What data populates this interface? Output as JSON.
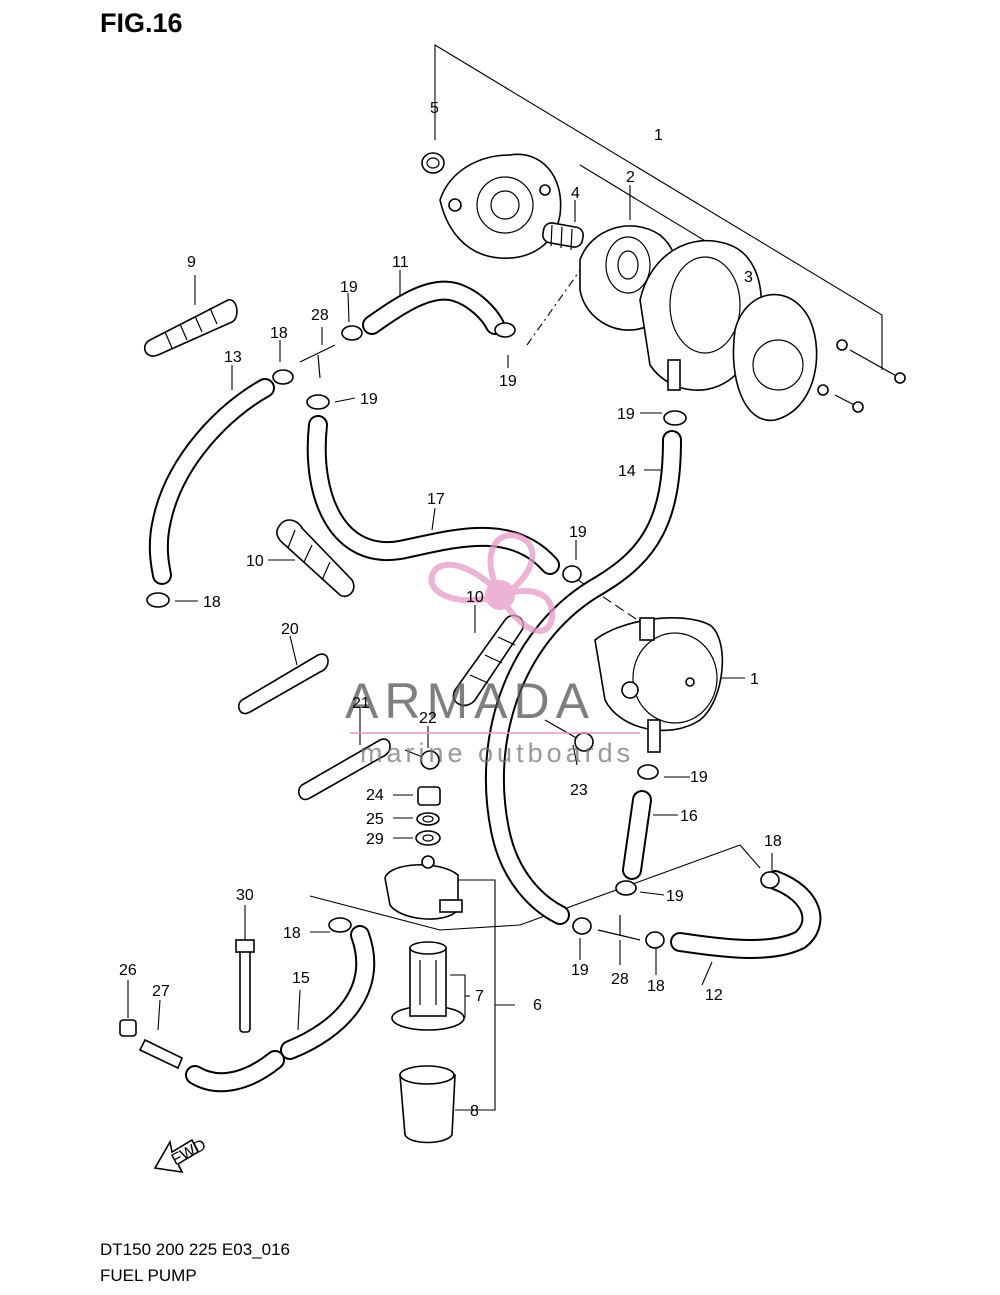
{
  "figure": {
    "title": "FIG.16",
    "model_code": "DT150 200 225 E03_016",
    "name": "FUEL PUMP"
  },
  "watermark": {
    "brand": "ARMADA",
    "tagline": "marine outboards",
    "color": "#e79ac6"
  },
  "direction_label": "FWD",
  "callouts": [
    {
      "id": "c1a",
      "text": "1"
    },
    {
      "id": "c1b",
      "text": "1"
    },
    {
      "id": "c2",
      "text": "2"
    },
    {
      "id": "c3",
      "text": "3"
    },
    {
      "id": "c4",
      "text": "4"
    },
    {
      "id": "c5",
      "text": "5"
    },
    {
      "id": "c6",
      "text": "6"
    },
    {
      "id": "c7",
      "text": "7"
    },
    {
      "id": "c8",
      "text": "8"
    },
    {
      "id": "c9",
      "text": "9"
    },
    {
      "id": "c10a",
      "text": "10"
    },
    {
      "id": "c10b",
      "text": "10"
    },
    {
      "id": "c11",
      "text": "11"
    },
    {
      "id": "c12",
      "text": "12"
    },
    {
      "id": "c13",
      "text": "13"
    },
    {
      "id": "c14",
      "text": "14"
    },
    {
      "id": "c15",
      "text": "15"
    },
    {
      "id": "c16",
      "text": "16"
    },
    {
      "id": "c17",
      "text": "17"
    },
    {
      "id": "c18a",
      "text": "18"
    },
    {
      "id": "c18b",
      "text": "18"
    },
    {
      "id": "c18c",
      "text": "18"
    },
    {
      "id": "c18d",
      "text": "18"
    },
    {
      "id": "c18e",
      "text": "18"
    },
    {
      "id": "c19a",
      "text": "19"
    },
    {
      "id": "c19b",
      "text": "19"
    },
    {
      "id": "c19c",
      "text": "19"
    },
    {
      "id": "c19d",
      "text": "19"
    },
    {
      "id": "c19e",
      "text": "19"
    },
    {
      "id": "c19f",
      "text": "19"
    },
    {
      "id": "c19g",
      "text": "19"
    },
    {
      "id": "c19h",
      "text": "19"
    },
    {
      "id": "c20",
      "text": "20"
    },
    {
      "id": "c21",
      "text": "21"
    },
    {
      "id": "c22",
      "text": "22"
    },
    {
      "id": "c23",
      "text": "23"
    },
    {
      "id": "c24",
      "text": "24"
    },
    {
      "id": "c25",
      "text": "25"
    },
    {
      "id": "c26",
      "text": "26"
    },
    {
      "id": "c27",
      "text": "27"
    },
    {
      "id": "c28a",
      "text": "28"
    },
    {
      "id": "c28b",
      "text": "28"
    },
    {
      "id": "c29",
      "text": "29"
    },
    {
      "id": "c30",
      "text": "30"
    }
  ]
}
